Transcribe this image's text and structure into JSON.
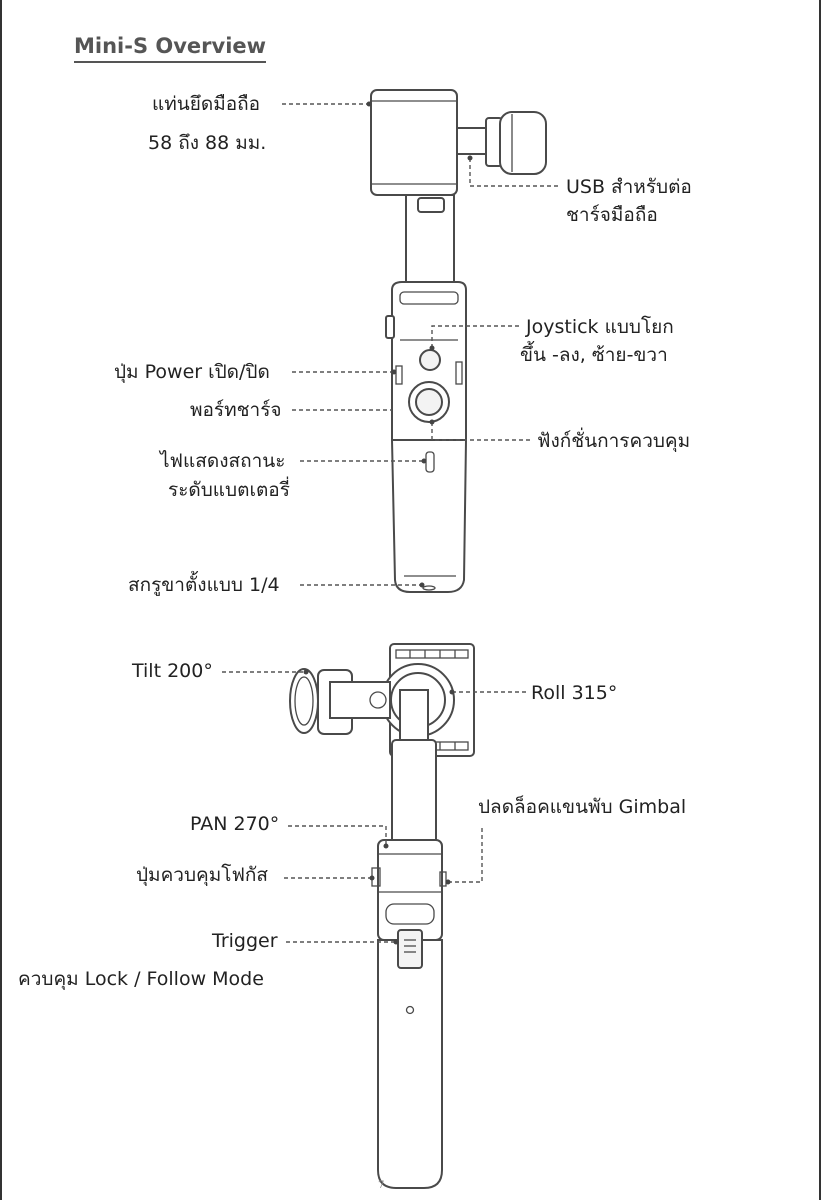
{
  "title": "Mini-S Overview",
  "top_view": {
    "labels": {
      "phone_holder": "แท่นยึดมือถือ",
      "phone_holder_range": "58 ถึง 88 มม.",
      "usb_line1": "USB สำหรับต่อ",
      "usb_line2": "ชาร์จมือถือ",
      "joystick_line1": "Joystick แบบโยก",
      "joystick_line2": "ขึ้น -ลง, ซ้าย-ขวา",
      "power_button": "ปุ่ม Power เปิด/ปิด",
      "charging_port": "พอร์ทชาร์จ",
      "function_button": "ฟังก์ชั่นการควบคุม",
      "battery_line1": "ไฟแสดงสถานะ",
      "battery_line2": "ระดับแบตเตอรี่",
      "tripod_mount": "สกรูขาตั้งแบบ 1/4"
    }
  },
  "bottom_view": {
    "labels": {
      "tilt": "Tilt 200°",
      "roll": "Roll 315°",
      "pan": "PAN 270°",
      "fold_release": "ปลดล็อคแขนพับ Gimbal",
      "focus_control": "ปุ่มควบคุมโฟกัส",
      "trigger": "Trigger",
      "lock_follow": "ควบคุม Lock / Follow Mode"
    }
  },
  "page_number": "7",
  "colors": {
    "ink": "#4a4a4a",
    "text": "#222222",
    "title": "#555555"
  }
}
